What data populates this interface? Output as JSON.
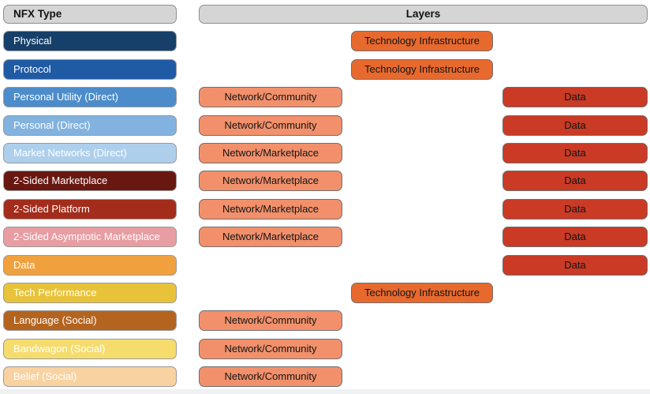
{
  "header": {
    "nfx_type": "NFX Type",
    "layers": "Layers"
  },
  "colors": {
    "header_bg": "#d5d5d5",
    "network_pill": "#f2906b",
    "infra_pill": "#e8692e",
    "data_pill": "#ca3a25"
  },
  "rows": [
    {
      "label": "Physical",
      "color": "#164069",
      "infra": "Technology Infrastructure"
    },
    {
      "label": "Protocol",
      "color": "#1f5aa5",
      "infra": "Technology Infrastructure"
    },
    {
      "label": "Personal Utility (Direct)",
      "color": "#4c8ccb",
      "network": "Network/Community",
      "data": "Data"
    },
    {
      "label": "Personal (Direct)",
      "color": "#82b2df",
      "network": "Network/Community",
      "data": "Data"
    },
    {
      "label": "Market Networks (Direct)",
      "color": "#aecfec",
      "network": "Network/Marketplace",
      "data": "Data"
    },
    {
      "label": "2-Sided Marketplace",
      "color": "#681811",
      "network": "Network/Marketplace",
      "data": "Data"
    },
    {
      "label": "2-Sided Platform",
      "color": "#a32c1b",
      "network": "Network/Marketplace",
      "data": "Data"
    },
    {
      "label": "2-Sided Asymptotic Marketplace",
      "color": "#e89da3",
      "network": "Network/Marketplace",
      "data": "Data"
    },
    {
      "label": "Data",
      "color": "#f0a13e",
      "data": "Data"
    },
    {
      "label": "Tech Performance",
      "color": "#e8c339",
      "infra": "Technology Infrastructure"
    },
    {
      "label": "Language (Social)",
      "color": "#b4641f",
      "network": "Network/Community"
    },
    {
      "label": "Bandwagon (Social)",
      "color": "#f6dc6d",
      "network": "Network/Community"
    },
    {
      "label": "Belief (Social)",
      "color": "#f8d2a0",
      "network": "Network/Community"
    }
  ]
}
